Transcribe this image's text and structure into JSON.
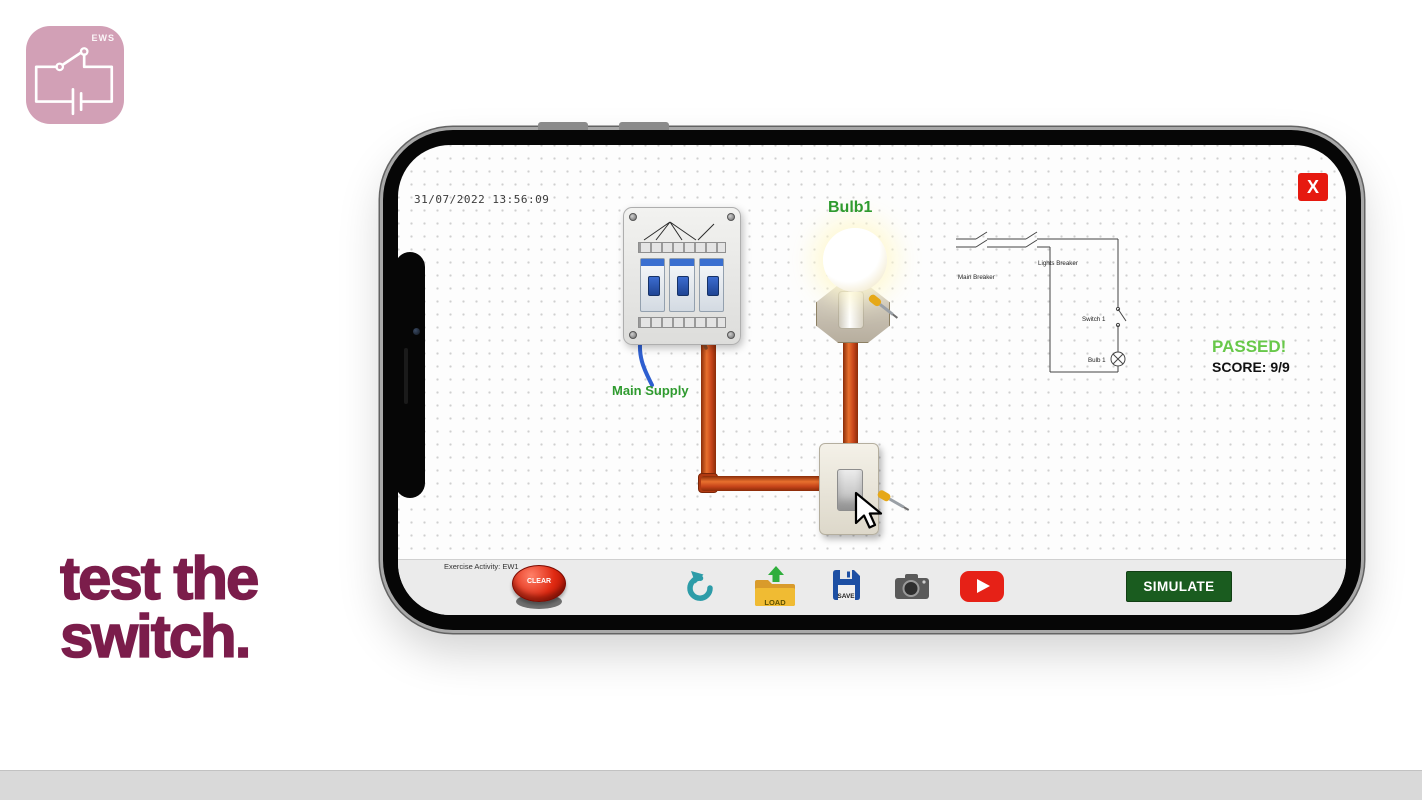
{
  "branding": {
    "app_icon_label": "EWS",
    "tagline_line1": "test the",
    "tagline_line2": "switch."
  },
  "screen": {
    "timestamp": "31/07/2022 13:56:09",
    "close_label": "X",
    "bulb_label": "Bulb1",
    "main_supply_label": "Main Supply",
    "result_status": "PASSED!",
    "result_score": "SCORE: 9/9"
  },
  "schematic": {
    "main_breaker": "Main Breaker",
    "lights_breaker": "Lights Breaker",
    "switch": "Switch 1",
    "bulb": "Bulb 1"
  },
  "toolbar": {
    "activity": "Exercise Activity: EW1",
    "clear": "CLEAR",
    "load": "LOAD",
    "save": "SAVE",
    "simulate": "SIMULATE"
  },
  "colors": {
    "accent_green": "#2f9b2f",
    "pass_green": "#68c84a",
    "brand_maroon": "#7b1d4b",
    "icon_pink": "#d2a0b6",
    "conduit_orange": "#c6441a",
    "simulate_green": "#1a5c1f",
    "clear_red": "#e02a12",
    "close_red": "#e6190f",
    "youtube_red": "#e62117",
    "undo_teal": "#2d9ca8"
  }
}
